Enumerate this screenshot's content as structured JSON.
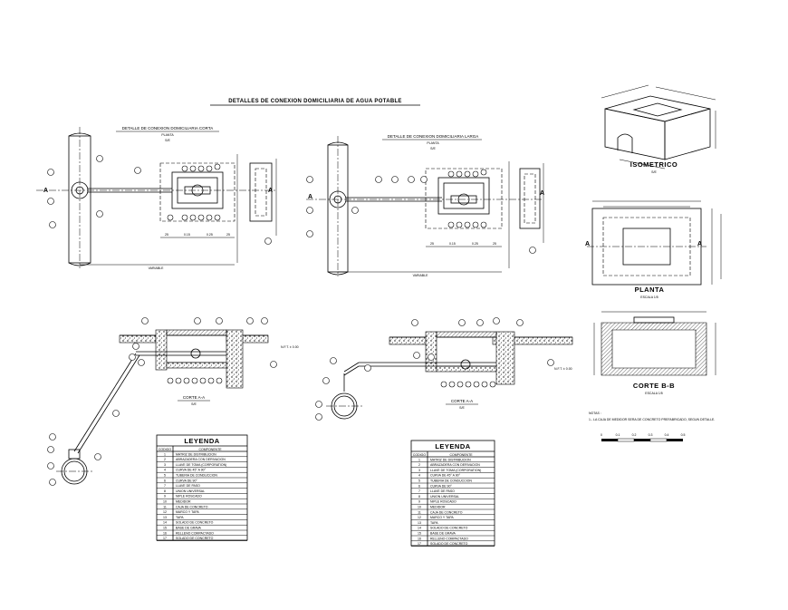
{
  "sheet": {
    "main_title": "DETALLES DE CONEXION DOMICILIARIA DE AGUA POTABLE",
    "plan_short": {
      "title": "DETALLE DE CONEXION DOMICILIARIA CORTA",
      "subtitle": "PLANTA",
      "scale": "S/E",
      "section_label": "A",
      "bottom_dim": "VARIABLE",
      "inner_dims": [
        "25",
        "0.15",
        "0.25",
        "25"
      ]
    },
    "plan_long": {
      "title": "DETALLE DE CONEXION DOMICILIARIA LARGA",
      "subtitle": "PLANTA",
      "scale": "S/E",
      "section_label": "A",
      "bottom_dim": "VARIABLE",
      "inner_dims": [
        "25",
        "0.15",
        "0.25",
        "25"
      ]
    },
    "section_short": {
      "title": "CORTE A-A",
      "scale": "S/E",
      "level_note": "N.F.T. ± 0.00"
    },
    "section_long": {
      "title": "CORTE A-A",
      "scale": "S/E",
      "level_note": "N.F.T. ± 0.00"
    },
    "isometric": {
      "title": "ISOMETRICO",
      "scale": "S/E"
    },
    "box_plan": {
      "title": "PLANTA",
      "scale": "ESCALA 1/5",
      "section_label": "A"
    },
    "box_section": {
      "title": "CORTE B-B",
      "scale": "ESCALA 1/5"
    },
    "notes": {
      "heading": "NOTAS :",
      "line1": "1.- LA CAJA DE MEDIDOR SERA DE CONCRETO PREFABRICADO, SEGUN DETALLE."
    },
    "scale_bar": [
      "0",
      "0.1",
      "0.2",
      "0.3",
      "0.4",
      "0.5"
    ]
  },
  "legend_left": {
    "title": "LEYENDA",
    "col_code": "CODIGO",
    "col_component": "COMPONENTE",
    "rows": [
      {
        "code": "1",
        "text": "MATRIZ DE DISTRIBUCION"
      },
      {
        "code": "2",
        "text": "ABRAZADERA CON DERIVACION"
      },
      {
        "code": "3",
        "text": "LLAVE DE TOMA (CORPORATION)"
      },
      {
        "code": "4",
        "text": "CURVA DE 45° A 90°"
      },
      {
        "code": "5",
        "text": "TUBERIA DE CONDUCCION"
      },
      {
        "code": "6",
        "text": "CURVA DE 90°"
      },
      {
        "code": "7",
        "text": "LLAVE DE PASO"
      },
      {
        "code": "8",
        "text": "UNION UNIVERSAL"
      },
      {
        "code": "9",
        "text": "NIPLE ROSCADO"
      },
      {
        "code": "10",
        "text": "MEDIDOR"
      },
      {
        "code": "11",
        "text": "CAJA DE CONCRETO"
      },
      {
        "code": "12",
        "text": "MARCO Y TAPA"
      },
      {
        "code": "13",
        "text": "TAPA"
      },
      {
        "code": "14",
        "text": "SOLADO DE CONCRETO"
      },
      {
        "code": "15",
        "text": "BASE DE GRAVA"
      },
      {
        "code": "16",
        "text": "RELLENO COMPACTADO"
      },
      {
        "code": "17",
        "text": "SOLADO DE CONCRETO"
      }
    ]
  },
  "legend_right": {
    "title": "LEYENDA",
    "col_code": "CODIGO",
    "col_component": "COMPONENTE",
    "rows": [
      {
        "code": "1",
        "text": "MATRIZ DE DISTRIBUCION"
      },
      {
        "code": "2",
        "text": "ABRAZADERA CON DERIVACION"
      },
      {
        "code": "3",
        "text": "LLAVE DE TOMA (CORPORATION)"
      },
      {
        "code": "4",
        "text": "CURVA DE 45° A 90°"
      },
      {
        "code": "5",
        "text": "TUBERIA DE CONDUCCION"
      },
      {
        "code": "6",
        "text": "CURVA DE 90°"
      },
      {
        "code": "7",
        "text": "LLAVE DE PASO"
      },
      {
        "code": "8",
        "text": "UNION UNIVERSAL"
      },
      {
        "code": "9",
        "text": "NIPLE ROSCADO"
      },
      {
        "code": "10",
        "text": "MEDIDOR"
      },
      {
        "code": "11",
        "text": "CAJA DE CONCRETO"
      },
      {
        "code": "12",
        "text": "MARCO Y TAPA"
      },
      {
        "code": "13",
        "text": "TAPA"
      },
      {
        "code": "14",
        "text": "SOLADO DE CONCRETO"
      },
      {
        "code": "15",
        "text": "BASE DE GRAVA"
      },
      {
        "code": "16",
        "text": "RELLENO COMPACTADO"
      },
      {
        "code": "17",
        "text": "SOLADO DE CONCRETO"
      }
    ]
  }
}
